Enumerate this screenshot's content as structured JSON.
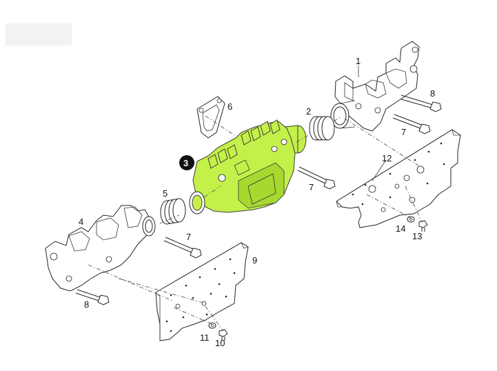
{
  "diagram": {
    "highlighted_part": "3",
    "labels": {
      "p1": "1",
      "p2": "2",
      "p3": "3",
      "p4": "4",
      "p5": "5",
      "p6": "6",
      "p7a": "7",
      "p7b": "7",
      "p7c": "7",
      "p8a": "8",
      "p8b": "8",
      "p9": "9",
      "p10": "10",
      "p11": "11",
      "p12": "12",
      "p13": "13",
      "p14": "14"
    },
    "colors": {
      "highlight": "#c4f04a",
      "badge": "#111111"
    }
  }
}
